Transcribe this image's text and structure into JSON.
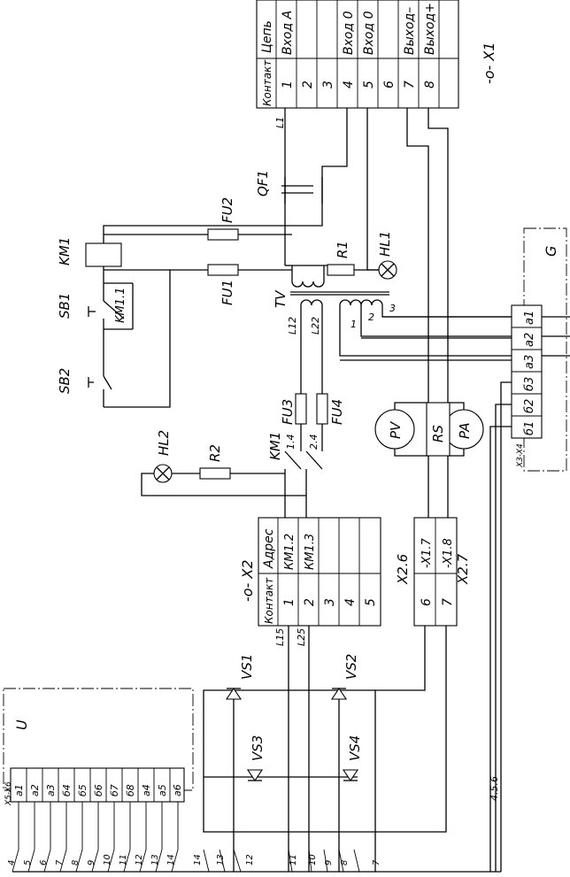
{
  "terminal_x1": {
    "title": "-о- X1",
    "header_contact": "Контакт",
    "header_circuit": "Цепь",
    "rows": [
      {
        "contact": "1",
        "circuit": "Вход А"
      },
      {
        "contact": "2",
        "circuit": ""
      },
      {
        "contact": "3",
        "circuit": ""
      },
      {
        "contact": "4",
        "circuit": "Вход 0"
      },
      {
        "contact": "5",
        "circuit": "Вход 0"
      },
      {
        "contact": "6",
        "circuit": ""
      },
      {
        "contact": "7",
        "circuit": "Выход–"
      },
      {
        "contact": "8",
        "circuit": "Выход+"
      }
    ]
  },
  "terminal_x2": {
    "title": "-о- X2",
    "header_contact": "Контакт",
    "header_address": "Адрес",
    "rows": [
      {
        "contact": "1",
        "address": "КМ1.2"
      },
      {
        "contact": "2",
        "address": "КМ1.3"
      },
      {
        "contact": "3",
        "address": ""
      },
      {
        "contact": "4",
        "address": ""
      },
      {
        "contact": "5",
        "address": ""
      }
    ]
  },
  "block_x26": {
    "title_a": "X2.6",
    "title_b": "X2.7",
    "rows": [
      {
        "contact": "6",
        "address": "-X1.7"
      },
      {
        "contact": "7",
        "address": "-X1.8"
      }
    ]
  },
  "block_g": {
    "title": "G",
    "connector": "X3-X4",
    "pins": [
      "а1",
      "а2",
      "а3",
      "б3",
      "б2",
      "б1"
    ]
  },
  "block_u": {
    "title": "U",
    "connector": "X5-X6",
    "pins": [
      "а1",
      "а2",
      "а3",
      "б4",
      "б5",
      "б6",
      "б7",
      "б8",
      "а4",
      "а5",
      "а6"
    ]
  },
  "components": {
    "qf1": "QF1",
    "fu1": "FU1",
    "fu2": "FU2",
    "fu3": "FU3",
    "fu4": "FU4",
    "km1": "KM1",
    "km11": "KM1.1",
    "km_contacts": "KM1",
    "sb1": "SB1",
    "sb2": "SB2",
    "r1": "R1",
    "r2": "R2",
    "hl1": "HL1",
    "hl2": "HL2",
    "tv": "TV",
    "pv": "PV",
    "pa": "PA",
    "rs": "RS",
    "vs1": "VS1",
    "vs2": "VS2",
    "vs3": "VS3",
    "vs4": "VS4"
  },
  "wire_labels": {
    "l1": "L1",
    "l12": "L12",
    "l22": "L22",
    "l15": "L15",
    "l25": "L25",
    "w14": "1.4",
    "w24": "2.4",
    "w456": "4.5.6",
    "tv_1": "1",
    "tv_2": "2",
    "tv_3": "3"
  },
  "bottom_numbers": [
    "4",
    "5",
    "6",
    "7",
    "8",
    "9",
    "10",
    "11",
    "12",
    "13",
    "14",
    "14",
    "13",
    "12",
    "11",
    "10",
    "9",
    "8",
    "7"
  ]
}
